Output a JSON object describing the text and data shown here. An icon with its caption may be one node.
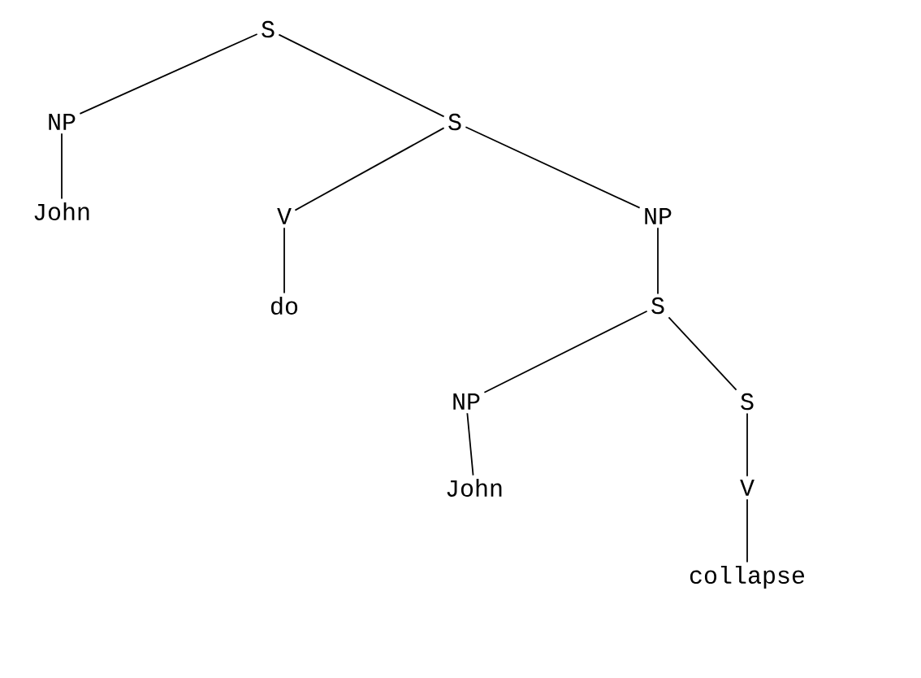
{
  "diagram": {
    "nodes": [
      {
        "text": [
          "S"
        ]
      },
      {
        "text": [
          "NP"
        ]
      },
      {
        "text": [
          "S"
        ]
      },
      {
        "text": [
          "John"
        ]
      },
      {
        "text": [
          "V"
        ]
      },
      {
        "text": [
          "NP"
        ]
      },
      {
        "text": [
          "do"
        ]
      },
      {
        "text": [
          "S"
        ]
      },
      {
        "text": [
          "NP"
        ]
      },
      {
        "text": [
          "S"
        ]
      },
      {
        "text": [
          "John"
        ]
      },
      {
        "text": [
          "V"
        ]
      },
      {
        "text": [
          "collapse"
        ]
      }
    ],
    "edges": [
      {
        "from": 0,
        "to": 1,
        "arrow": "none"
      },
      {
        "from": 0,
        "to": 2,
        "arrow": "none"
      },
      {
        "from": 1,
        "to": 3,
        "arrow": "none"
      },
      {
        "from": 2,
        "to": 4,
        "arrow": "none"
      },
      {
        "from": 2,
        "to": 5,
        "arrow": "none"
      },
      {
        "from": 4,
        "to": 6,
        "arrow": "none"
      },
      {
        "from": 5,
        "to": 7,
        "arrow": "none"
      },
      {
        "from": 7,
        "to": 8,
        "arrow": "none"
      },
      {
        "from": 7,
        "to": 9,
        "arrow": "none"
      },
      {
        "from": 8,
        "to": 10,
        "arrow": "none"
      },
      {
        "from": 9,
        "to": 11,
        "arrow": "none"
      },
      {
        "from": 11,
        "to": 12,
        "arrow": "none"
      }
    ]
  }
}
